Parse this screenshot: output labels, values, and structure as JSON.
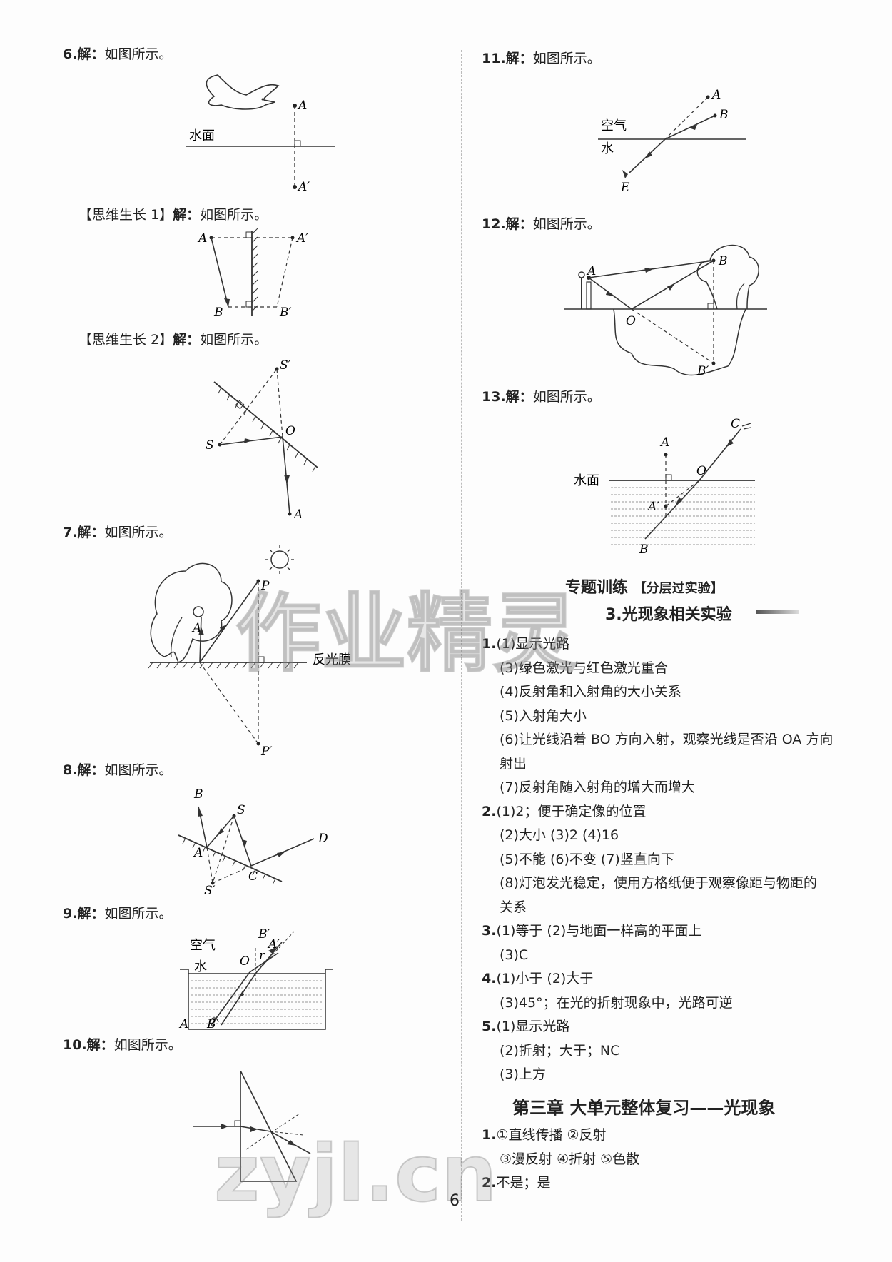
{
  "left": {
    "q6": {
      "num": "6.",
      "word": "解：",
      "text": "如图所示。"
    },
    "q6_labels": {
      "water": "水面",
      "A": "A",
      "A2": "A′"
    },
    "g1": {
      "text": "【思维生长 1】",
      "word": "解：",
      "rest": "如图所示。"
    },
    "g1_labels": {
      "A": "A",
      "A2": "A′",
      "B": "B",
      "B2": "B′"
    },
    "g2": {
      "text": "【思维生长 2】",
      "word": "解：",
      "rest": "如图所示。"
    },
    "g2_labels": {
      "S2": "S′",
      "O": "O",
      "S": "S",
      "A": "A"
    },
    "q7": {
      "num": "7.",
      "word": "解：",
      "text": "如图所示。"
    },
    "q7_labels": {
      "P": "P",
      "A": "A",
      "film": "反光膜",
      "P2": "P′"
    },
    "q8": {
      "num": "8.",
      "word": "解：",
      "text": "如图所示。"
    },
    "q8_labels": {
      "B": "B",
      "S": "S",
      "D": "D",
      "A": "A",
      "C": "C",
      "S2": "S′"
    },
    "q9": {
      "num": "9.",
      "word": "解：",
      "text": "如图所示。"
    },
    "q9_labels": {
      "air": "空气",
      "water": "水",
      "O": "O",
      "r": "r",
      "B2": "B′",
      "A2": "A′",
      "A": "A",
      "B": "B"
    },
    "q10": {
      "num": "10.",
      "word": "解：",
      "text": "如图所示。"
    }
  },
  "right": {
    "q11": {
      "num": "11.",
      "word": "解：",
      "text": "如图所示。"
    },
    "q11_labels": {
      "A": "A",
      "B": "B",
      "air": "空气",
      "water": "水",
      "E": "E"
    },
    "q12": {
      "num": "12.",
      "word": "解：",
      "text": "如图所示。"
    },
    "q12_labels": {
      "A": "A",
      "B": "B",
      "O": "O",
      "B2": "B′"
    },
    "q13": {
      "num": "13.",
      "word": "解：",
      "text": "如图所示。"
    },
    "q13_labels": {
      "C": "C",
      "A": "A",
      "O": "O",
      "water": "水面",
      "A2": "A′",
      "B": "B"
    },
    "special": {
      "title": "专题训练",
      "tag": "【分层过实验】",
      "subtitle": "3.光现象相关实验"
    },
    "answers": [
      {
        "num": "1.",
        "text": "(1)显示光路"
      },
      {
        "num": "",
        "text": "(3)绿色激光与红色激光重合"
      },
      {
        "num": "",
        "text": "(4)反射角和入射角的大小关系"
      },
      {
        "num": "",
        "text": "(5)入射角大小"
      },
      {
        "num": "",
        "text": "(6)让光线沿着 BO 方向入射，观察光线是否沿 OA 方向"
      },
      {
        "num": "",
        "text": "射出"
      },
      {
        "num": "",
        "text": "(7)反射角随入射角的增大而增大"
      },
      {
        "num": "2.",
        "text": "(1)2；便于确定像的位置"
      },
      {
        "num": "",
        "text": "(2)大小   (3)2   (4)16"
      },
      {
        "num": "",
        "text": "(5)不能   (6)不变   (7)竖直向下"
      },
      {
        "num": "",
        "text": "(8)灯泡发光稳定，使用方格纸便于观察像距与物距的"
      },
      {
        "num": "",
        "text": "关系"
      },
      {
        "num": "3.",
        "text": "(1)等于   (2)与地面一样高的平面上"
      },
      {
        "num": "",
        "text": "(3)C"
      },
      {
        "num": "4.",
        "text": "(1)小于   (2)大于"
      },
      {
        "num": "",
        "text": "(3)45°；在光的折射现象中，光路可逆"
      },
      {
        "num": "5.",
        "text": "(1)显示光路"
      },
      {
        "num": "",
        "text": "(2)折射；大于；NC"
      },
      {
        "num": "",
        "text": "(3)上方"
      }
    ],
    "chapter": "第三章   大单元整体复习——光现象",
    "ch_answers": [
      {
        "num": "1.",
        "text": "①直线传播   ②反射"
      },
      {
        "num": "",
        "text": "③漫反射   ④折射   ⑤色散"
      },
      {
        "num": "2.",
        "text": "不是；是"
      }
    ]
  },
  "watermark1": "作业精灵",
  "watermark2": "zyjl.cn",
  "page_number": "6"
}
